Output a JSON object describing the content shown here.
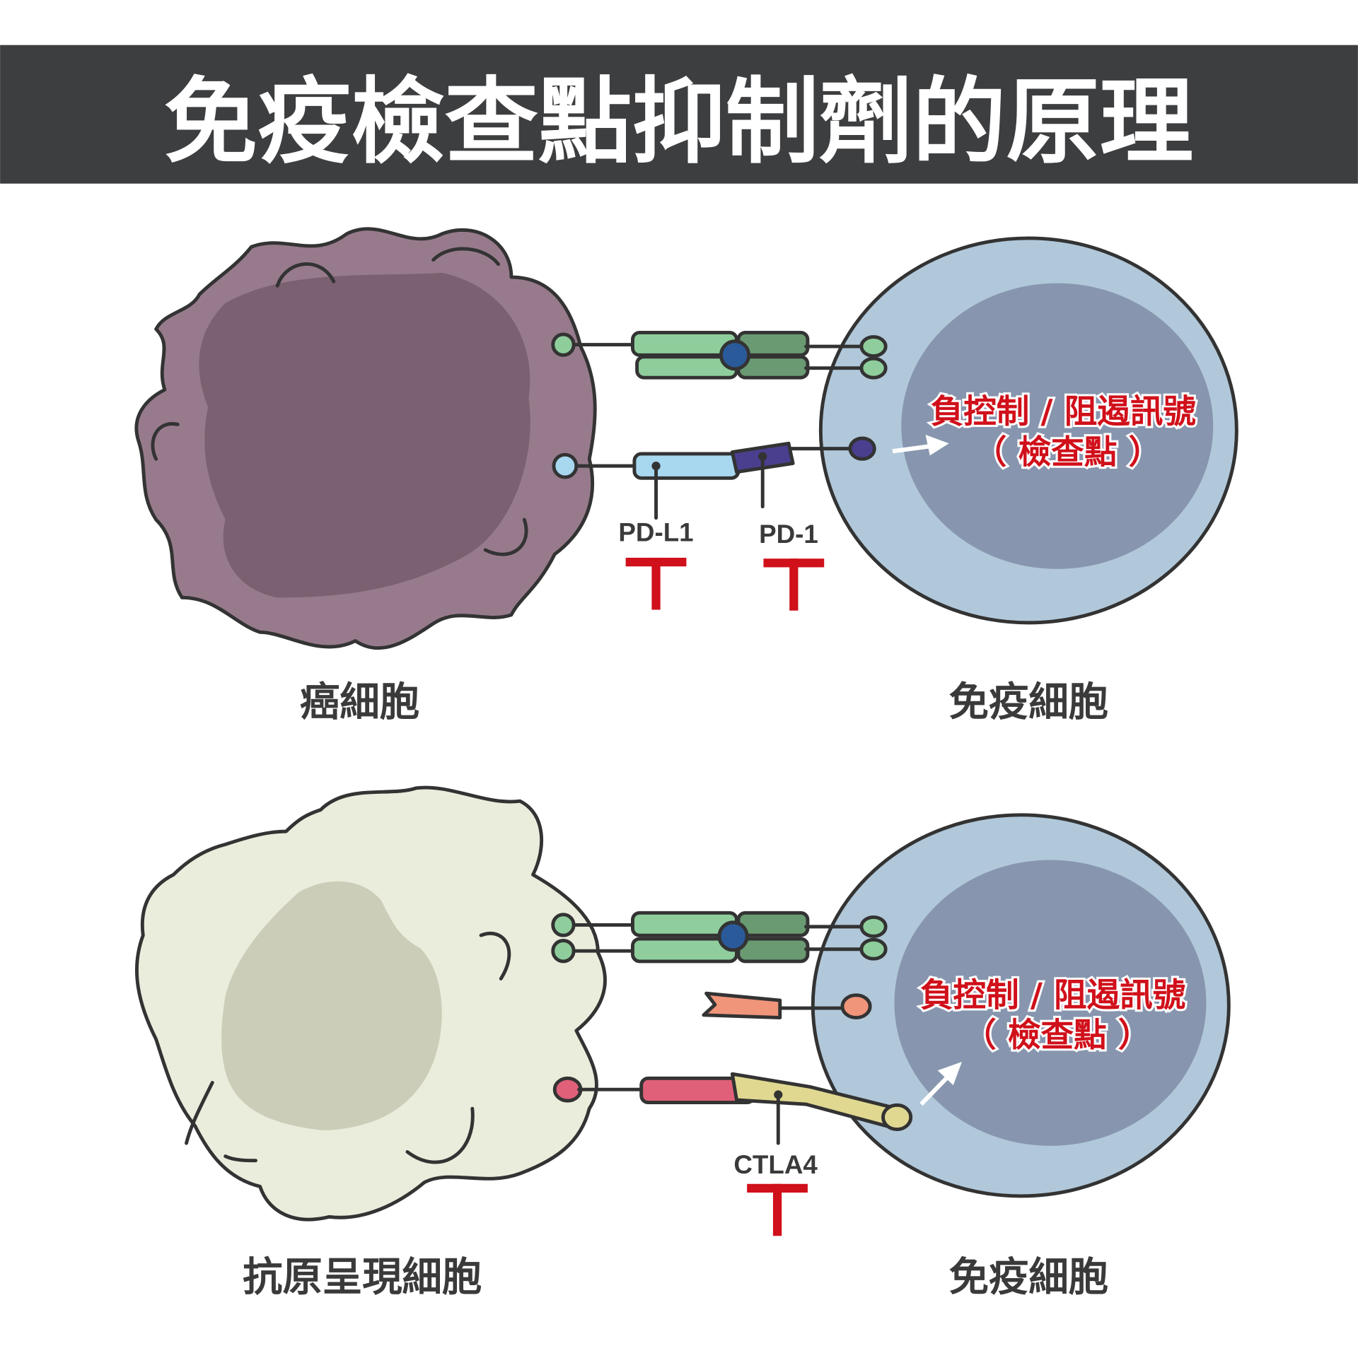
{
  "title": "免疫檢查點抑制劑的原理",
  "panel_top": {
    "left_cell_label": "癌細胞",
    "right_cell_label": "免疫細胞",
    "signal_line1": "負控制 / 阻遏訊號",
    "signal_line2": "（ 檢查點 ）",
    "ligand_label": "PD-L1",
    "receptor_label": "PD-1"
  },
  "panel_bottom": {
    "left_cell_label": "抗原呈現細胞",
    "right_cell_label": "免疫細胞",
    "signal_line1": "負控制 / 阻遏訊號",
    "signal_line2": "（ 檢查點 ）",
    "receptor_label": "CTLA4"
  },
  "colors": {
    "title_bar": "#3d3e40",
    "inhibitor": "#d0101a",
    "cancer_cell": "#977b8c",
    "immune_cell": "#b1c8da",
    "apc_cell": "#eaeddc"
  }
}
